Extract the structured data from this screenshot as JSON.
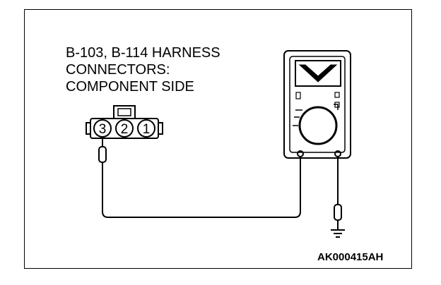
{
  "connector_label": {
    "line1": "B-103, B-114 HARNESS",
    "line2": "CONNECTORS:",
    "line3": "COMPONENT SIDE"
  },
  "connector_pins": [
    "3",
    "2",
    "1"
  ],
  "figure_code": "AK000415AH"
}
